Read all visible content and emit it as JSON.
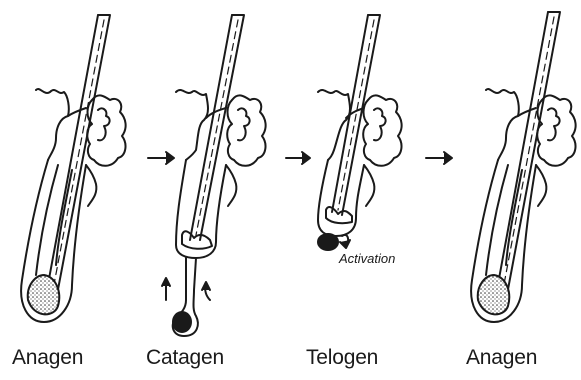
{
  "stages": [
    {
      "label": "Anagen"
    },
    {
      "label": "Catagen"
    },
    {
      "label": "Telogen"
    },
    {
      "label": "Anagen"
    }
  ],
  "annotation": {
    "activation": "Activation"
  },
  "colors": {
    "ink": "#1a1a1a",
    "background": "#ffffff"
  }
}
